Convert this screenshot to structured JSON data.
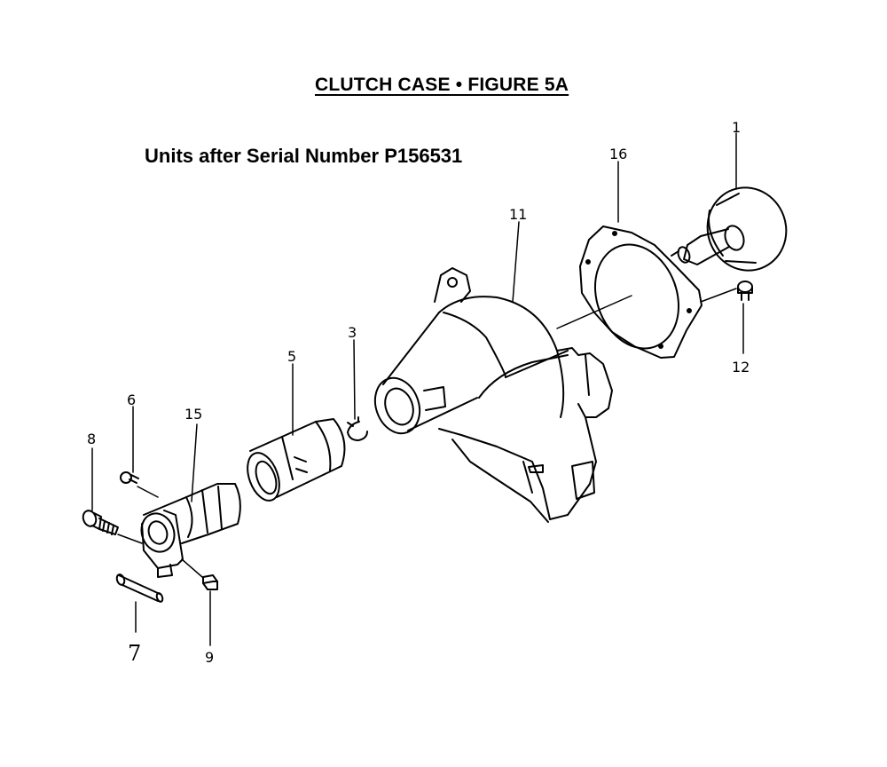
{
  "header": {
    "title": "CLUTCH CASE  •  FIGURE 5A",
    "subtitle": "Units after Serial Number P156531"
  },
  "callouts": {
    "c1": "1",
    "c16": "16",
    "c11": "11",
    "c12": "12",
    "c3": "3",
    "c5": "5",
    "c6": "6",
    "c15": "15",
    "c8": "8",
    "c7": "7",
    "c9": "9"
  }
}
